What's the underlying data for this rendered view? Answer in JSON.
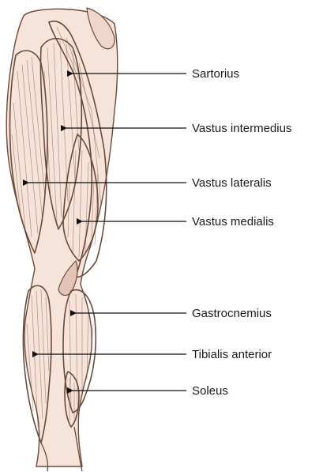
{
  "colors": {
    "background": "#ffffff",
    "skin": "#f6e3d9",
    "muscle": "#d7ab9a",
    "muscle_dark": "#b98574",
    "outline": "#6b4a3a",
    "leader": "#111111",
    "label_text": "#1a1a1a"
  },
  "labels": [
    {
      "id": "sartorius",
      "text": "Sartorius"
    },
    {
      "id": "vastus-intermedius",
      "text": "Vastus intermedius"
    },
    {
      "id": "vastus-lateralis",
      "text": "Vastus lateralis"
    },
    {
      "id": "vastus-medialis",
      "text": "Vastus medialis"
    },
    {
      "id": "gastrocnemius",
      "text": "Gastrocnemius"
    },
    {
      "id": "tibialis-anterior",
      "text": "Tibialis anterior"
    },
    {
      "id": "soleus",
      "text": "Soleus"
    }
  ]
}
